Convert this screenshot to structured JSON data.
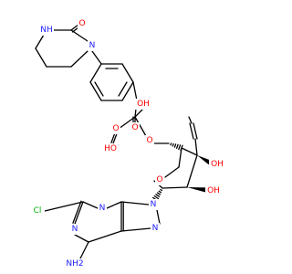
{
  "molecule": {
    "background": "#ffffff",
    "bond_color": "#000000",
    "element_colors": {
      "C": "#000000",
      "N": "#2020ff",
      "O": "#ff0000",
      "Cl": "#00b000"
    },
    "labels": {
      "urea_nh": "NH",
      "urea_o": "O",
      "urea_n": "N",
      "cooh1_o": "O",
      "cooh1_oh": "OH",
      "cooh2_o": "O",
      "cooh2_oh": "HO",
      "ether_o": "O",
      "ring_o": "O",
      "oh3": "OH",
      "oh2": "OH",
      "n9": "N",
      "n3": "N",
      "n1": "N",
      "n7": "N",
      "cl": "Cl",
      "nh2": "NH2"
    }
  }
}
